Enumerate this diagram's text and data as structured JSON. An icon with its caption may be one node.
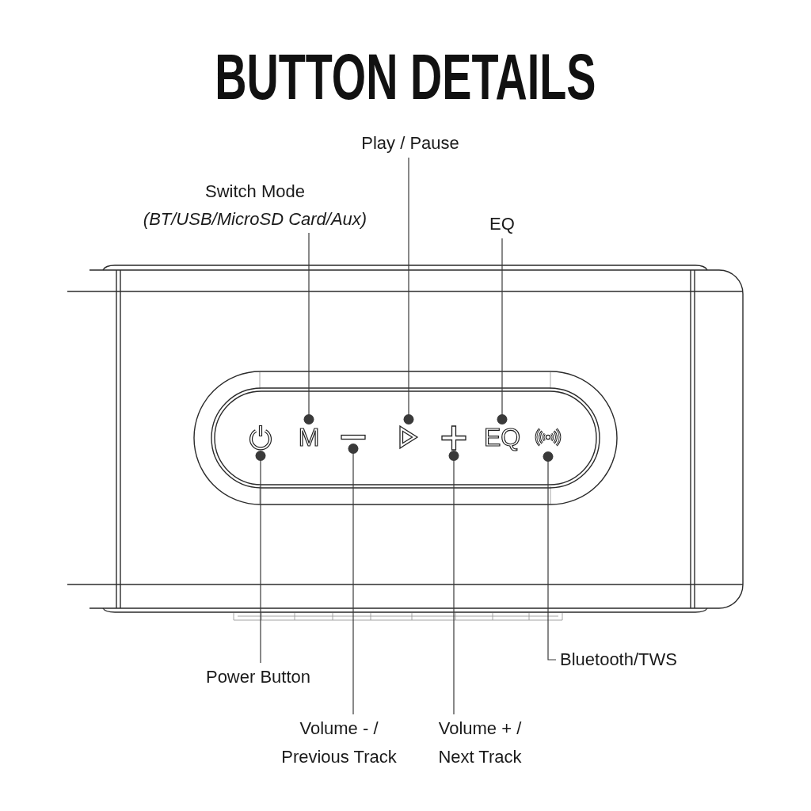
{
  "diagram": {
    "title": "BUTTON DETAILS",
    "nodes": [
      {
        "text": [
          "Play / Pause"
        ]
      },
      {
        "text": [
          "Switch Mode",
          "(BT/USB/MicroSD Card/Aux)"
        ]
      },
      {
        "text": [
          "EQ"
        ]
      },
      {
        "text": [],
        "shape": "picture"
      },
      {
        "text": [
          "M"
        ]
      },
      {
        "text": [],
        "shape": "bar"
      },
      {
        "text": [],
        "shape": "triangle"
      },
      {
        "text": [],
        "shape": "cross"
      },
      {
        "text": [
          "EQ"
        ]
      },
      {
        "text": [],
        "shape": "picture"
      },
      {
        "text": [
          "Bluetooth/TWS"
        ]
      },
      {
        "text": [
          "Power Button"
        ]
      },
      {
        "text": [
          "Volume - / Previous Track"
        ]
      },
      {
        "text": [
          "Volume + / Next Track"
        ]
      }
    ],
    "edges": [
      {
        "from": 0,
        "to": 6,
        "arrow": "other"
      },
      {
        "from": 1,
        "to": 4,
        "arrow": "other"
      },
      {
        "from": 2,
        "to": 8,
        "arrow": "other"
      },
      {
        "from": 10,
        "to": 9,
        "arrow": "other"
      },
      {
        "from": 11,
        "to": 3,
        "arrow": "other"
      },
      {
        "from": 12,
        "to": 5,
        "arrow": "other"
      },
      {
        "from": 13,
        "to": 7,
        "arrow": "other"
      }
    ]
  }
}
